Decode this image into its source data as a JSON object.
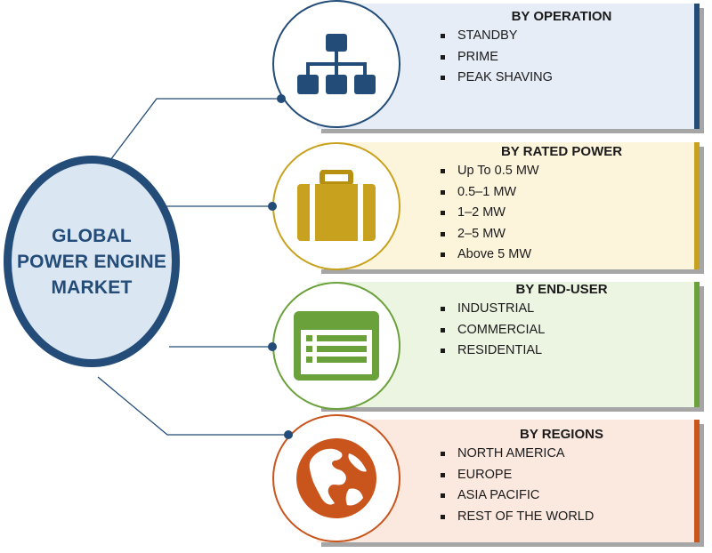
{
  "hub": {
    "title": "GLOBAL\nPOWER ENGINE\nMARKET"
  },
  "segments": [
    {
      "title": "BY OPERATION",
      "items": [
        "STANDBY",
        "PRIME",
        "PEAK SHAVING"
      ],
      "accent": "#234c78",
      "fill": "#e6edf7",
      "icon": "hierarchy-icon"
    },
    {
      "title": "BY RATED POWER",
      "items": [
        "Up To 0.5 MW",
        "0.5–1 MW",
        "1–2 MW",
        "2–5 MW",
        "Above 5 MW"
      ],
      "accent": "#c8a21e",
      "fill": "#fdf4dc",
      "icon": "briefcase-icon"
    },
    {
      "title": "BY END-USER",
      "items": [
        "INDUSTRIAL",
        "COMMERCIAL",
        "RESIDENTIAL"
      ],
      "accent": "#6aa13b",
      "fill": "#ecf4e2",
      "icon": "list-window-icon"
    },
    {
      "title": "BY REGIONS",
      "items": [
        "NORTH AMERICA",
        "EUROPE",
        "ASIA PACIFIC",
        "REST OF THE WORLD"
      ],
      "accent": "#c9541c",
      "fill": "#fbe8df",
      "icon": "globe-icon"
    }
  ]
}
